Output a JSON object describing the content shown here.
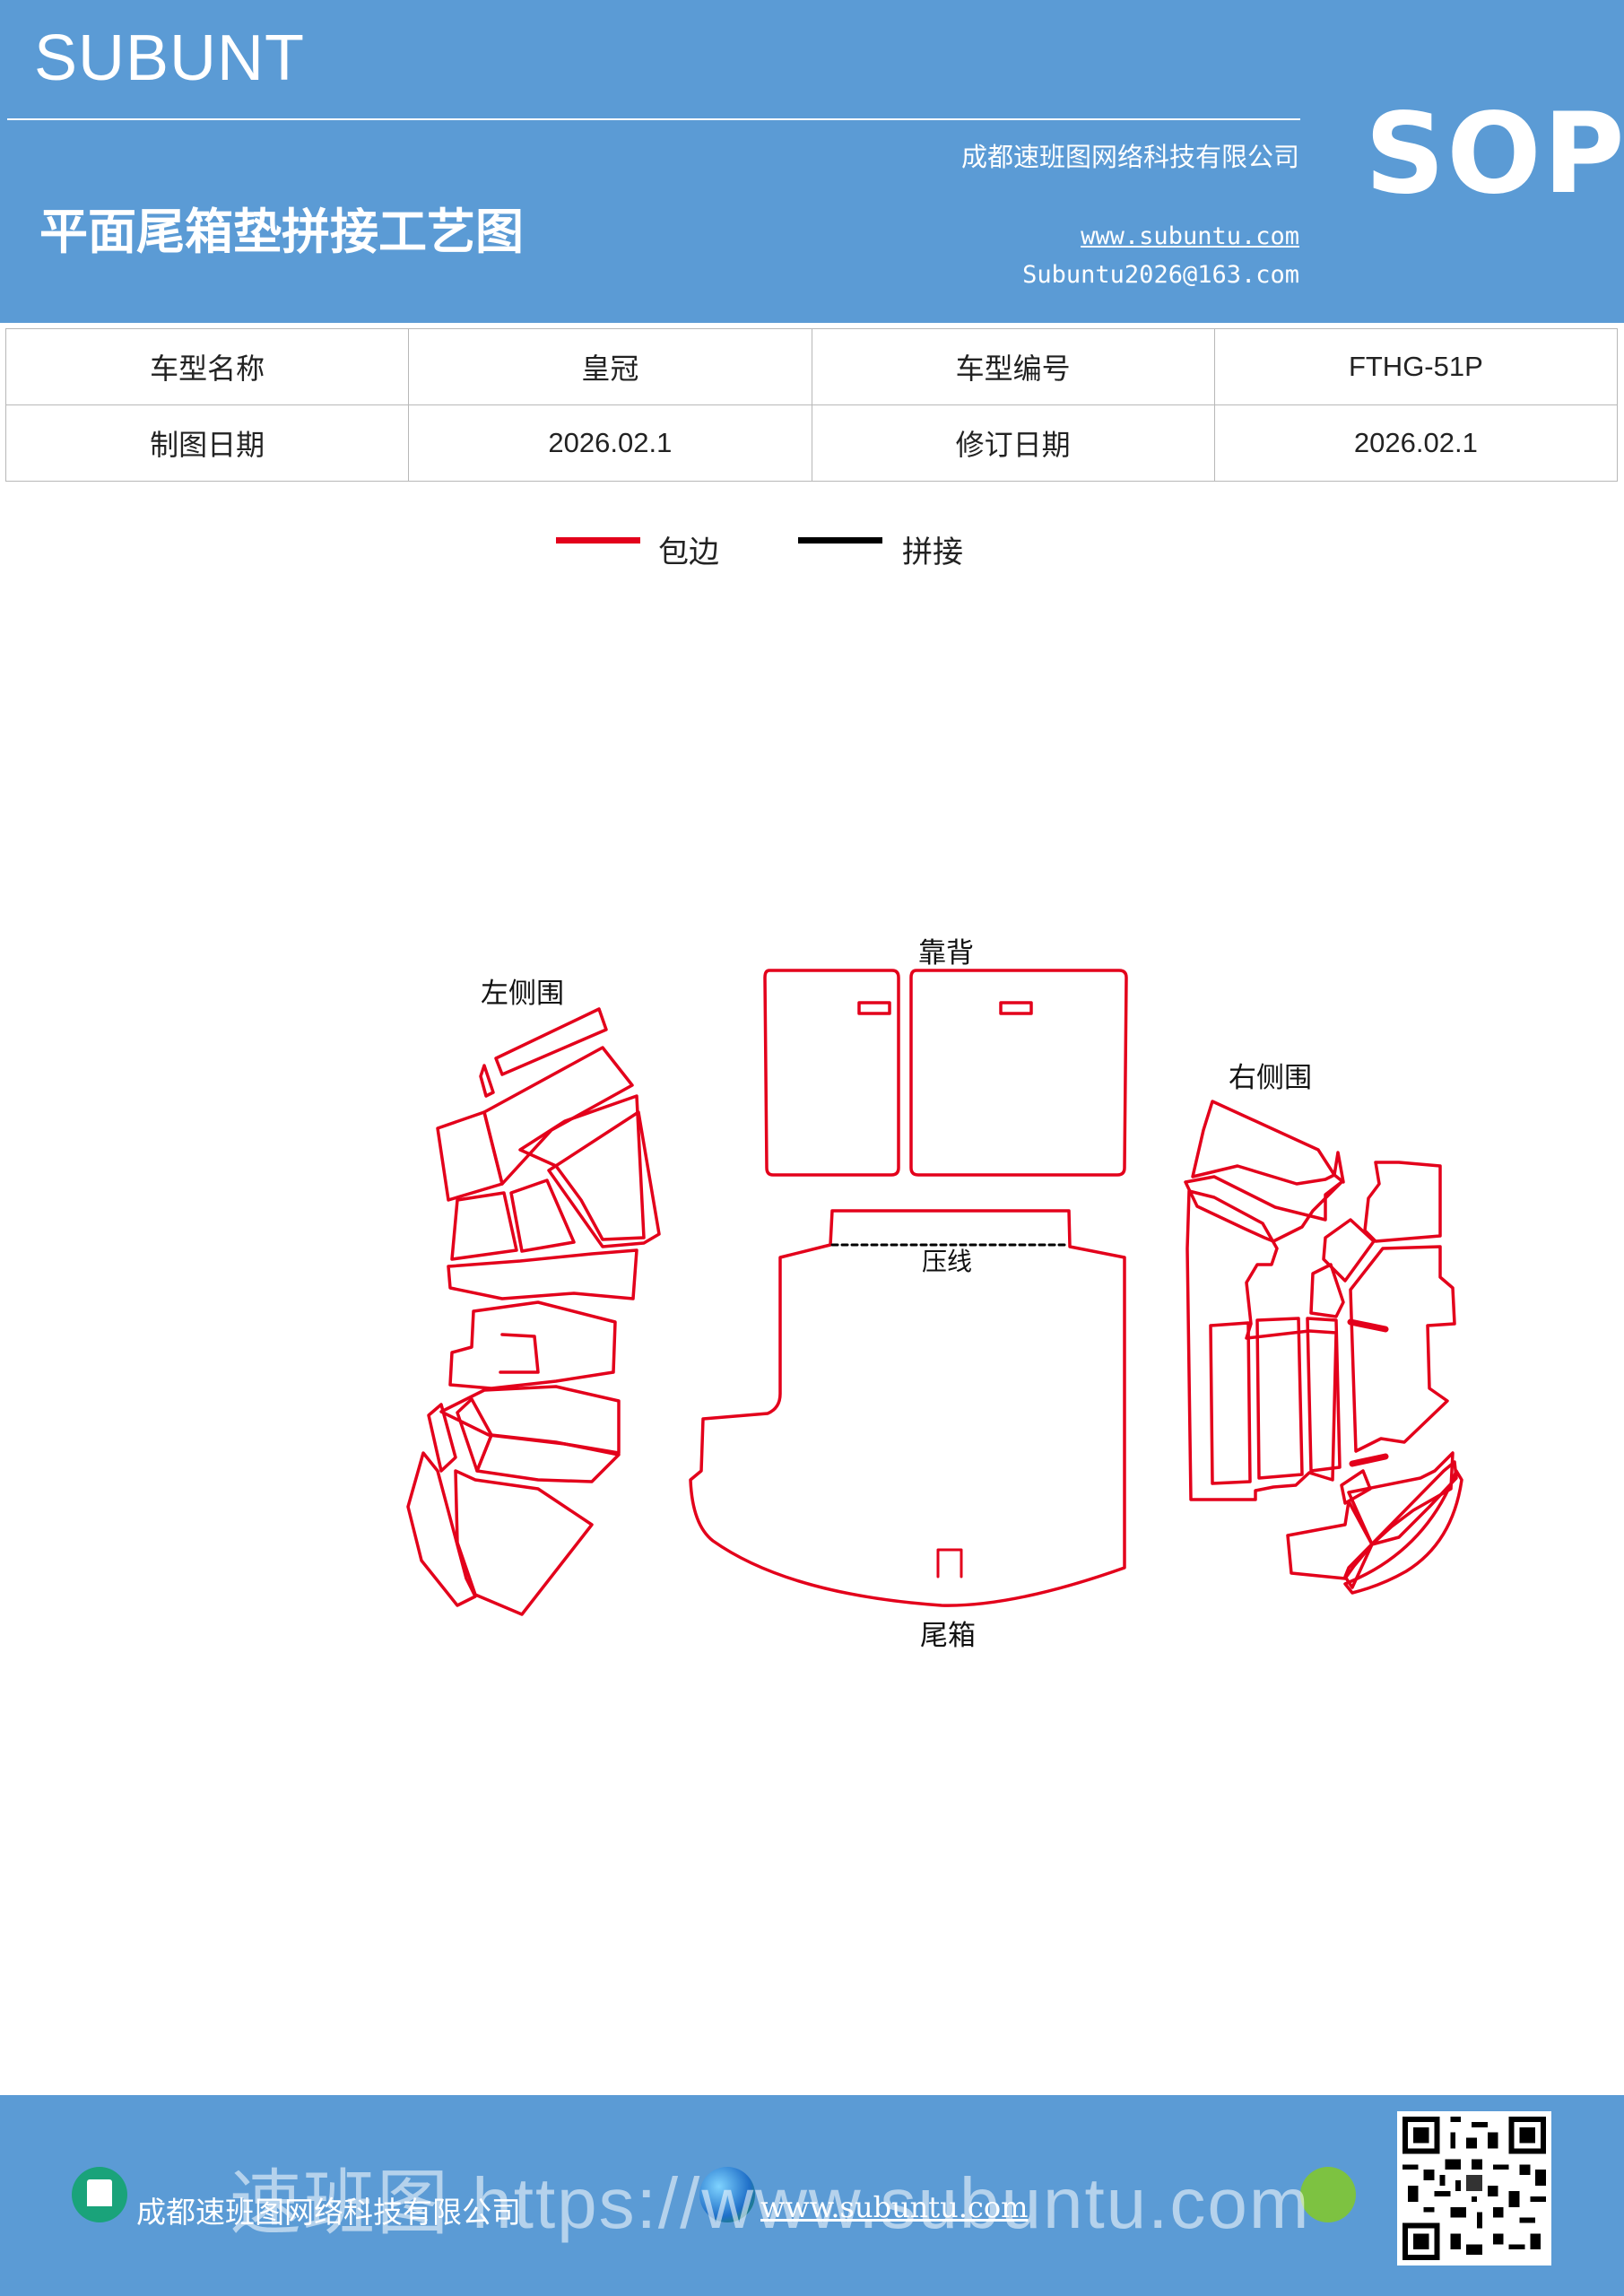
{
  "header": {
    "brand": "SUBUNT",
    "sop": "SOP",
    "title": "平面尾箱垫拼接工艺图",
    "company": "成都速班图网络科技有限公司",
    "website": "www.subuntu.com",
    "email": "Subuntu2026@163.com"
  },
  "info_table": {
    "row1": {
      "label1": "车型名称",
      "value1": "皇冠",
      "label2": "车型编号",
      "value2": "FTHG-51P"
    },
    "row2": {
      "label1": "制图日期",
      "value1": "2026.02.1",
      "label2": "修订日期",
      "value2": "2026.02.1"
    }
  },
  "legend": [
    {
      "label": "包边",
      "color": "#e3001b"
    },
    {
      "label": "拼接",
      "color": "#000000"
    }
  ],
  "diagram": {
    "left_side": "左侧围",
    "backrest": "靠背",
    "right_side": "右侧围",
    "crease": "压线",
    "trunk": "尾箱"
  },
  "footer": {
    "company": "成都速班图网络科技有限公司",
    "website": "www.subuntu.com",
    "watermark": "速班图 https://www.subuntu.com"
  }
}
